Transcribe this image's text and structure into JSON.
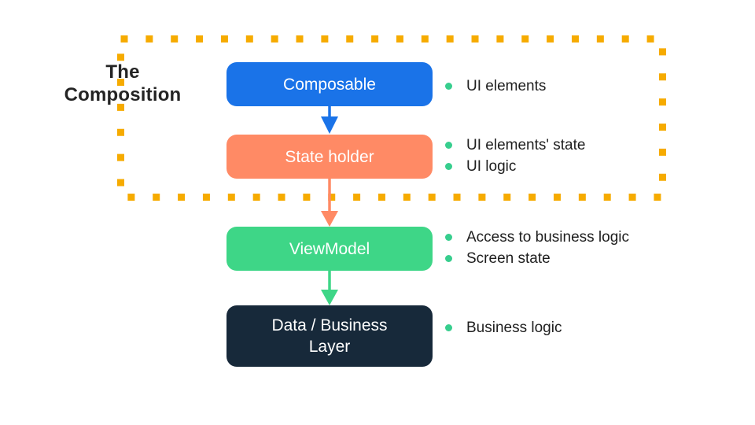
{
  "title": {
    "line1": "The",
    "line2": "Composition"
  },
  "frame": {
    "border_color": "#F6AB00"
  },
  "bullet_color": "#37CE8E",
  "boxes": [
    {
      "label": "Composable",
      "color": "#1A73E8",
      "bullets": [
        "UI elements"
      ]
    },
    {
      "label": "State holder",
      "color": "#FF8A65",
      "bullets": [
        "UI elements' state",
        "UI logic"
      ]
    },
    {
      "label": "ViewModel",
      "color": "#3ED687",
      "bullets": [
        "Access to business logic",
        "Screen state"
      ]
    },
    {
      "label": "Data / Business Layer",
      "color": "#17293A",
      "bullets": [
        "Business logic"
      ]
    }
  ],
  "arrows": [
    {
      "from": "Composable",
      "to": "State holder",
      "color": "#1A73E8"
    },
    {
      "from": "State holder",
      "to": "ViewModel",
      "color": "#FF8A65"
    },
    {
      "from": "ViewModel",
      "to": "Data / Business Layer",
      "color": "#3ED687"
    }
  ]
}
